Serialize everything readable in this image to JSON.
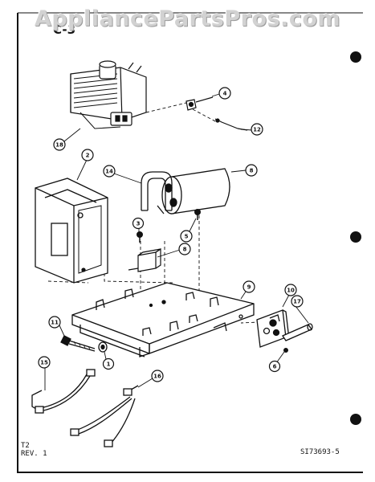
{
  "watermark": "AppliancePartsPros.com",
  "section_mark": "C-3",
  "footer": {
    "left_line1": "T2",
    "left_line2": "REV. 1",
    "right": "SI73693-5"
  },
  "callouts": [
    "1",
    "2",
    "3",
    "4",
    "5",
    "6",
    "8",
    "9",
    "10",
    "11",
    "12",
    "14",
    "15",
    "16",
    "17",
    "18"
  ]
}
